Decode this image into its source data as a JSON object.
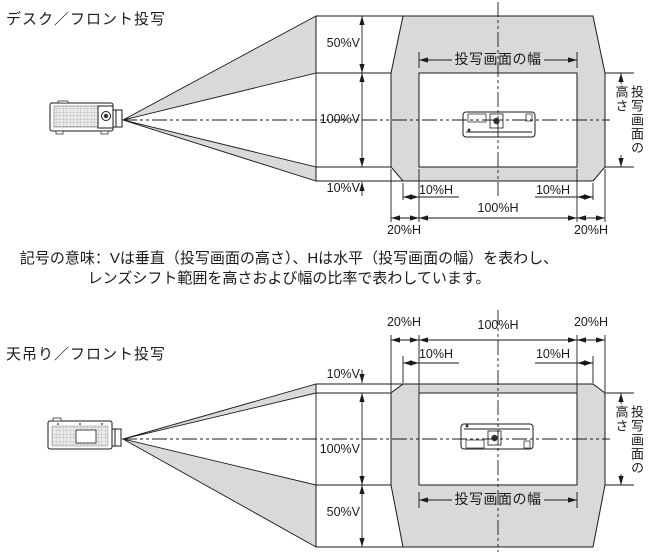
{
  "colors": {
    "shade": "#d9d9d9",
    "line": "#1a1a1a",
    "background": "#ffffff"
  },
  "top_diagram": {
    "title": "デスク／フロント投写",
    "screen_width_label": "投写画面の幅",
    "screen_height_label": {
      "col1": "投写画面の",
      "col2": "高さ"
    },
    "shift_up_label": "50%V",
    "screen_height_pct_label": "100%V",
    "shift_down_label": "10%V",
    "shift_left_reduced_label": "10%H",
    "shift_right_reduced_label": "10%H",
    "screen_width_pct_label": "100%H",
    "shift_left_label": "20%H",
    "shift_right_label": "20%H"
  },
  "note": {
    "line1": "記号の意味：Vは垂直（投写画面の高さ）、Hは水平（投写画面の幅）を表わし、",
    "line2": "レンズシフト範囲を高さおよび幅の比率で表わしています。"
  },
  "bottom_diagram": {
    "title": "天吊り／フロント投写",
    "screen_width_label": "投写画面の幅",
    "screen_height_label": {
      "col1": "投写画面の",
      "col2": "高さ"
    },
    "shift_up_label": "10%V",
    "screen_height_pct_label": "100%V",
    "shift_down_label": "50%V",
    "shift_left_reduced_label": "10%H",
    "shift_right_reduced_label": "10%H",
    "screen_width_pct_label": "100%H",
    "shift_left_label": "20%H",
    "shift_right_label": "20%H"
  }
}
